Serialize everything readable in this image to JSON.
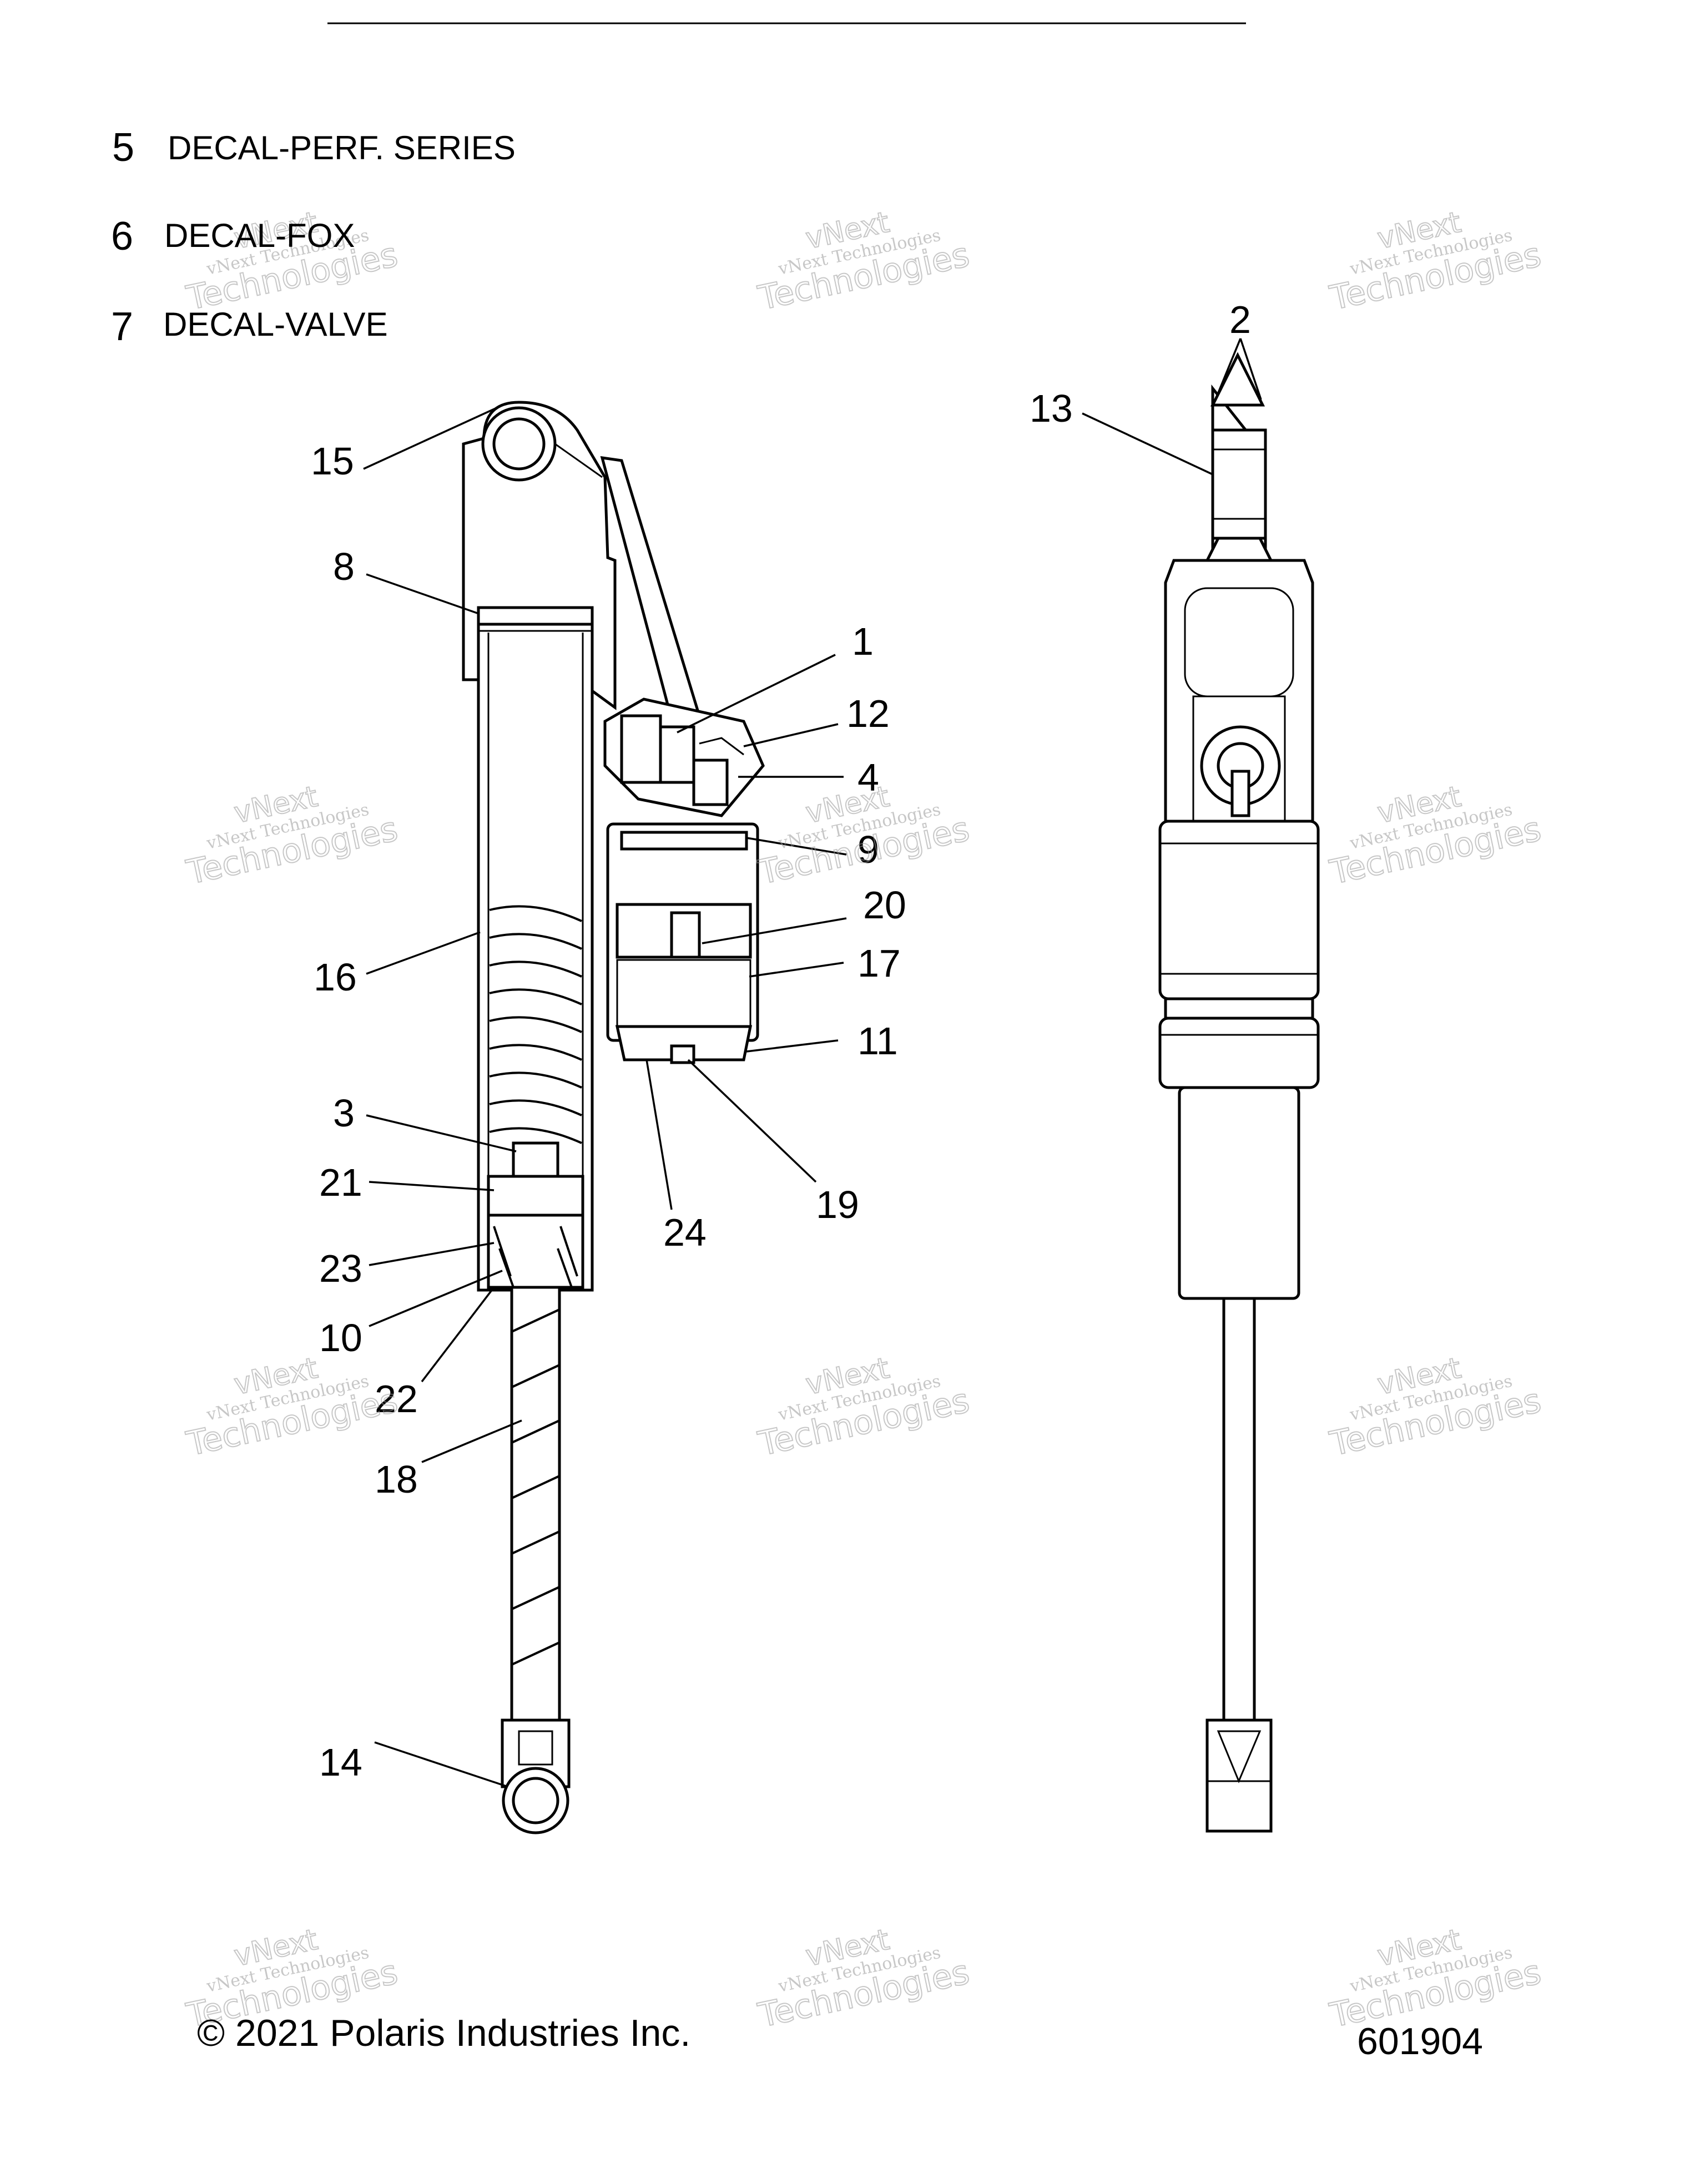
{
  "legend": [
    {
      "num": "5",
      "text": "DECAL-PERF. SERIES"
    },
    {
      "num": "6",
      "text": "DECAL-FOX"
    },
    {
      "num": "7",
      "text": "DECAL-VALVE"
    }
  ],
  "callouts": [
    "15",
    "8",
    "1",
    "12",
    "4",
    "9",
    "20",
    "17",
    "16",
    "11",
    "3",
    "21",
    "23",
    "10",
    "22",
    "18",
    "24",
    "19",
    "14",
    "2",
    "13"
  ],
  "watermark": {
    "line1": "vNext Technologies",
    "line2": "vNext",
    "line3": "Technologies"
  },
  "footer": {
    "copyright": "© 2021 Polaris Industries Inc.",
    "figure_number": "601904"
  }
}
